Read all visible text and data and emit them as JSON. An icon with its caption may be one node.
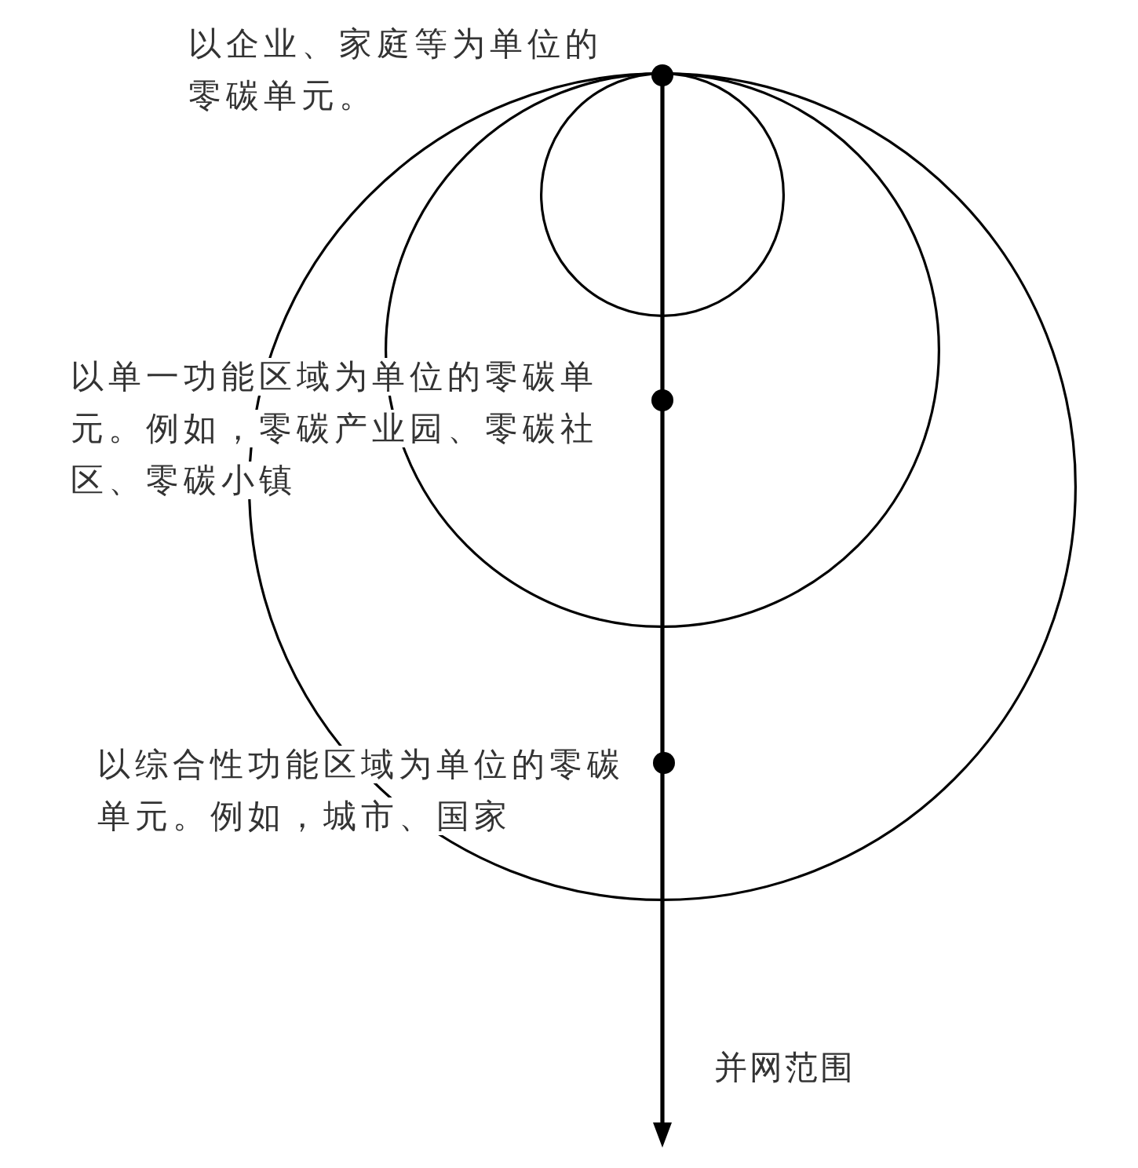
{
  "diagram": {
    "nodes": [
      {
        "text": [],
        "shape": "circle",
        "beside": [
          "以综合性功能区域为单位的零碳单元。例如，城市、国家"
        ]
      },
      {
        "text": [],
        "shape": "circle",
        "in": 0,
        "beside": [
          "以单一功能区域为单位的零碳单元。例如，零碳产业园、零碳社区、零碳小镇"
        ]
      },
      {
        "text": [],
        "shape": "circle",
        "in": 1,
        "beside": [
          "以企业、家庭等为单位的零碳单元。"
        ]
      }
    ],
    "labels": [
      "并网范围"
    ]
  }
}
